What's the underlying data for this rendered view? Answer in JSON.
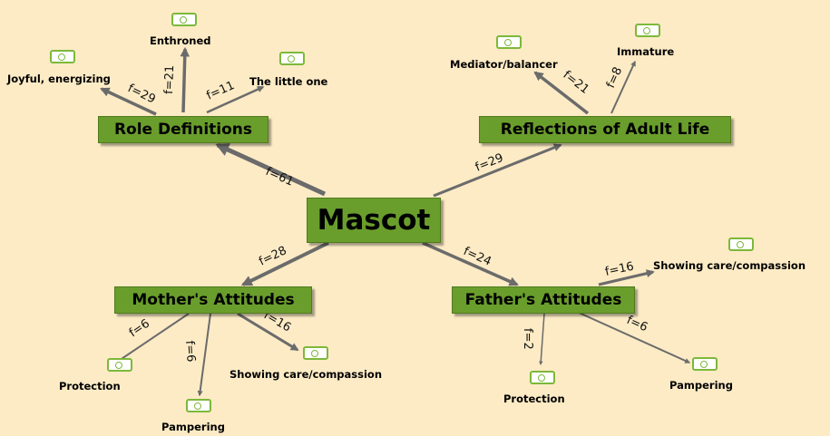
{
  "central": "Mascot",
  "categories": {
    "role": "Role Definitions",
    "reflections": "Reflections of Adult Life",
    "mother": "Mother's Attitudes",
    "father": "Father's Attitudes"
  },
  "leaves": {
    "joyful": "Joyful, energizing",
    "enthroned": "Enthroned",
    "little_one": "The little one",
    "mediator": "Mediator/balancer",
    "immature": "Immature",
    "father_care": "Showing care/compassion",
    "mother_care": "Showing care/compassion",
    "mother_protection": "Protection",
    "mother_pampering": "Pampering",
    "father_protection": "Protection",
    "father_pampering": "Pampering"
  },
  "frequencies": {
    "role": "f=61",
    "reflections": "f=29",
    "mother": "f=28",
    "father": "f=24",
    "joyful": "f=29",
    "enthroned": "f=21",
    "little_one": "f=11",
    "mediator": "f=21",
    "immature": "f=8",
    "father_care": "f=16",
    "father_protection": "f=2",
    "father_pampering": "f=6",
    "mother_protection": "f=6",
    "mother_pampering": "f=6",
    "mother_care": "f=16"
  },
  "colors": {
    "background": "#fcebc5",
    "node_fill": "#6a9e2c",
    "edge": "#6b6b6b",
    "document_icon": "#7db83a"
  },
  "icons": [
    "document-icon"
  ]
}
